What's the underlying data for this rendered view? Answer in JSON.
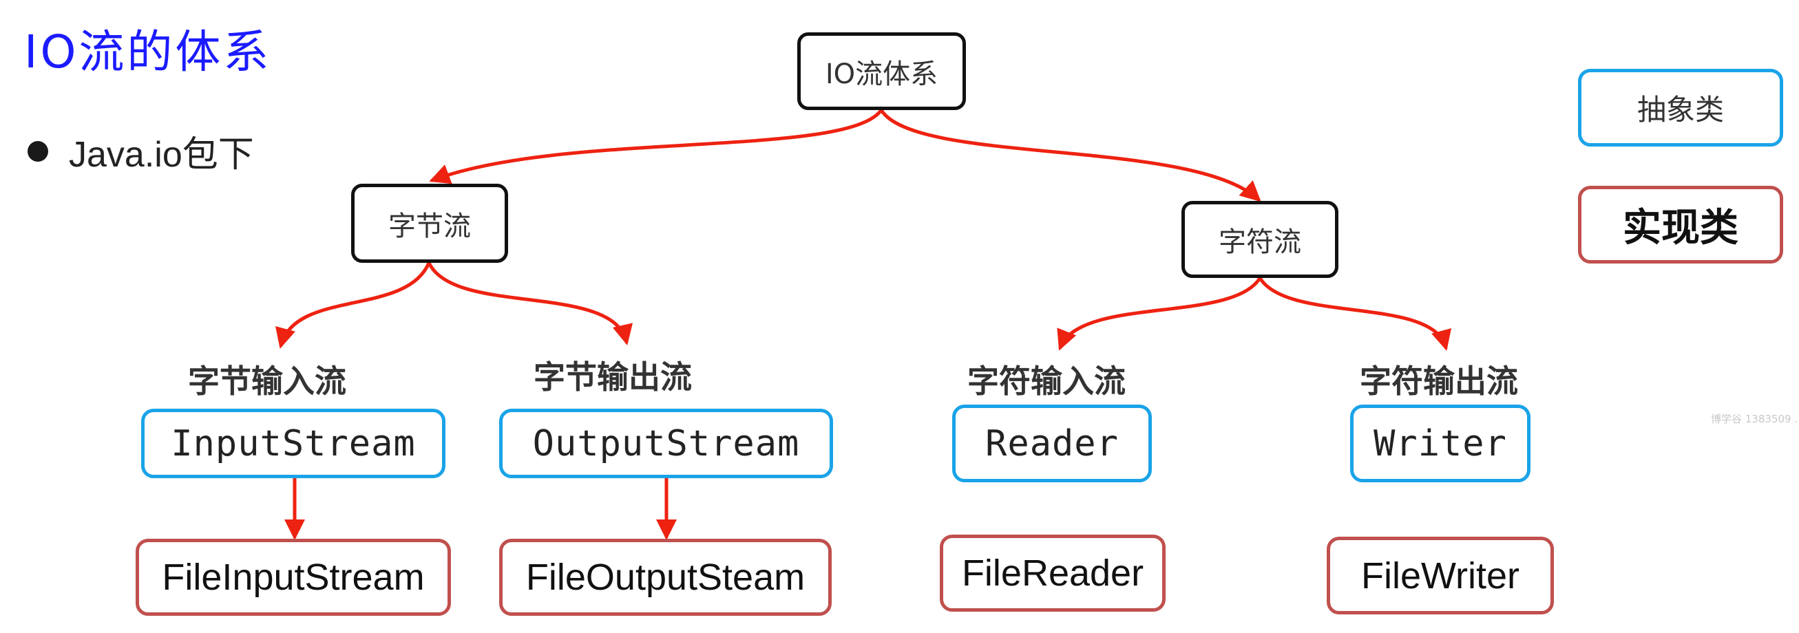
{
  "title": "IO流的体系",
  "bullet": "Java.io包下",
  "root": "IO流体系",
  "byte_stream": {
    "label": "字节流",
    "input": {
      "label": "字节输入流",
      "abstract": "InputStream",
      "impl": "FileInputStream"
    },
    "output": {
      "label": "字节输出流",
      "abstract": "OutputStream",
      "impl": "FileOutputSteam"
    }
  },
  "char_stream": {
    "label": "字符流",
    "input": {
      "label": "字符输入流",
      "abstract": "Reader",
      "impl": "FileReader"
    },
    "output": {
      "label": "字符输出流",
      "abstract": "Writer",
      "impl": "FileWriter"
    }
  },
  "legend": {
    "abstract": "抽象类",
    "impl": "实现类"
  },
  "watermark": "博学谷 1383509 ...",
  "colors": {
    "title": "#1b1bff",
    "arrow": "#ee2211",
    "abstract_border": "#1aa3e8",
    "impl_border": "#c0504d",
    "node_border": "#111111"
  }
}
